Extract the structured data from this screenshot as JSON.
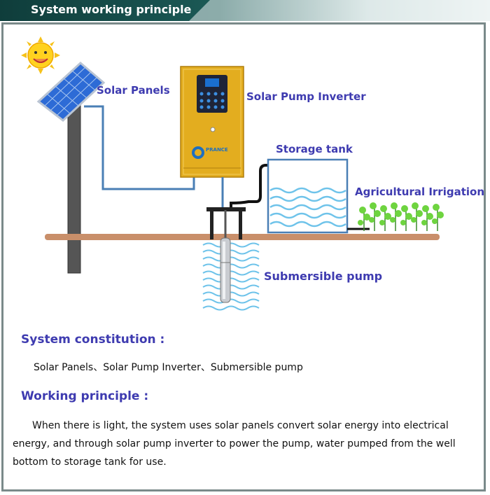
{
  "header": {
    "title": "System working principle",
    "color": "#124a47"
  },
  "diagram": {
    "labels": {
      "solar_panels": "Solar Panels",
      "inverter": "Solar Pump Inverter",
      "storage_tank": "Storage tank",
      "irrigation": "Agricultural Irrigation",
      "pump": "Submersible pump"
    },
    "inverter_brand": "PRANCE",
    "colors": {
      "wire": "#4a7fb5",
      "ground": "#c98f6a",
      "inverter": "#e3ad1f",
      "water": "#4fb0e0"
    }
  },
  "sections": {
    "constitution_heading": "System constitution :",
    "constitution_text": "Solar Panels、Solar Pump Inverter、Submersible pump",
    "principle_heading": "Working principle :",
    "principle_text": "When there is light, the system uses solar panels convert solar energy into electrical energy, and through solar pump inverter to power the pump, water pumped from the well bottom to storage tank for use."
  }
}
